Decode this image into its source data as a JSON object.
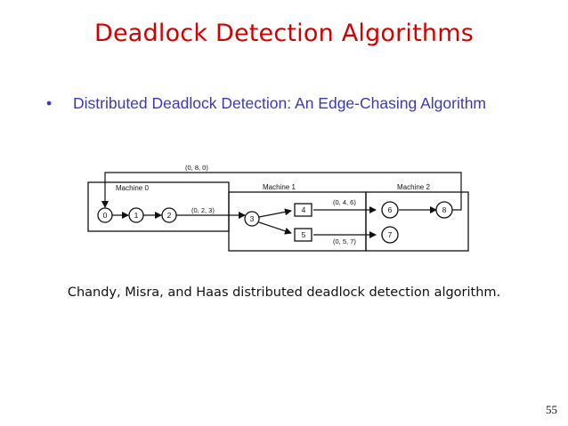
{
  "slide": {
    "title": "Deadlock Detection Algorithms",
    "bullet": {
      "marker": "•",
      "text": "Distributed Deadlock Detection: An Edge-Chasing Algorithm"
    },
    "caption": "Chandy, Misra, and Haas distributed deadlock detection algorithm.",
    "page_number": "55",
    "colors": {
      "title": "#d40000",
      "bullet": "#3a3ab8"
    }
  },
  "diagram": {
    "machines": [
      {
        "id": "m0",
        "label": "Machine 0"
      },
      {
        "id": "m1",
        "label": "Machine 1"
      },
      {
        "id": "m2",
        "label": "Machine 2"
      }
    ],
    "processes": [
      {
        "id": "p0",
        "label": "0"
      },
      {
        "id": "p1",
        "label": "1"
      },
      {
        "id": "p2",
        "label": "2"
      },
      {
        "id": "p3",
        "label": "3"
      },
      {
        "id": "p4",
        "label": "4"
      },
      {
        "id": "p5",
        "label": "5"
      },
      {
        "id": "p6",
        "label": "6"
      },
      {
        "id": "p7",
        "label": "7"
      },
      {
        "id": "p8",
        "label": "8"
      }
    ],
    "edges": [
      {
        "from": "p0",
        "to": "p1"
      },
      {
        "from": "p1",
        "to": "p2"
      },
      {
        "from": "p2",
        "to": "p3"
      },
      {
        "from": "p3",
        "to": "p4"
      },
      {
        "from": "p3",
        "to": "p5"
      },
      {
        "from": "p4",
        "to": "p6"
      },
      {
        "from": "p5",
        "to": "p7"
      },
      {
        "from": "p6",
        "to": "p8"
      },
      {
        "from": "p8",
        "to": "p0"
      }
    ],
    "probe_messages": [
      {
        "id": "probe-0-8-0",
        "label": "(0, 8, 0)"
      },
      {
        "id": "probe-0-2-3",
        "label": "(0, 2, 3)"
      },
      {
        "id": "probe-0-4-6",
        "label": "(0, 4, 6)"
      },
      {
        "id": "probe-0-5-7",
        "label": "(0, 5, 7)"
      }
    ]
  }
}
